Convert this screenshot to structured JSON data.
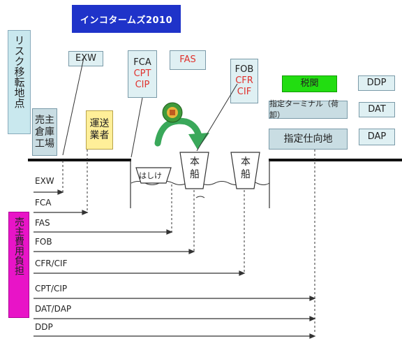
{
  "title": "インコタームズ2010",
  "risk_label": "リスク移転地点",
  "cost_label": "売主費用負担",
  "seller_label": "売主倉庫工場",
  "carrier_label": "運送業者",
  "top_boxes": {
    "exw": "EXW",
    "fca": "FCA",
    "cpt": "CPT",
    "cip": "CIP",
    "fas": "FAS",
    "fob": "FOB",
    "cfr": "CFR",
    "cif": "CIF"
  },
  "right_boxes": {
    "customs": "税関",
    "ddp": "DDP",
    "terminal": "指定ターミナル（荷卸）",
    "dat": "DAT",
    "destination": "指定仕向地",
    "dap": "DAP"
  },
  "boats": {
    "lighter": "はしけ",
    "ship1": "本船",
    "ship2": "本船"
  },
  "rows": [
    "EXW",
    "FCA",
    "FAS",
    "FOB",
    "CFR/CIF",
    "CPT/CIP",
    "DAT/DAP",
    "DDP"
  ],
  "colors": {
    "title_bg": "#1f33c9",
    "customs_bg": "#22dd11",
    "cost_bg": "#e814c7",
    "carrier_bg": "#ffef99"
  }
}
